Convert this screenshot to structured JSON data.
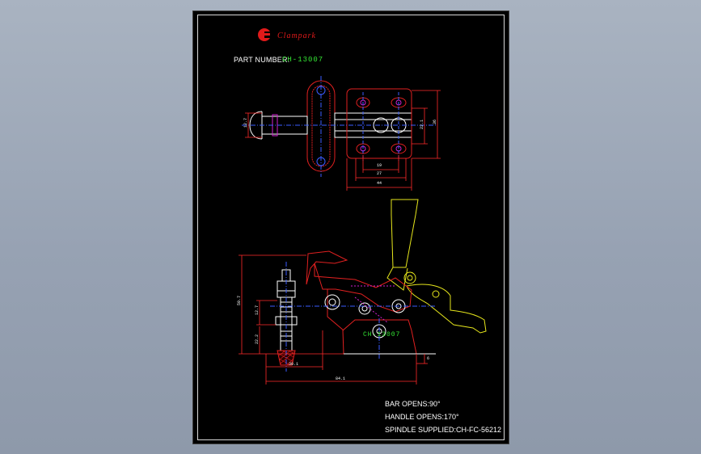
{
  "title_block": {
    "brand": "Clampark",
    "part_label": "PART NUMBER:",
    "part_number": "CH-13007"
  },
  "top_view": {
    "dimensions": {
      "height_left": "12.7",
      "height_right_1": "22.1",
      "height_right_2": "36",
      "width_inner": "19",
      "width_mid": "27",
      "width_outer": "44"
    }
  },
  "side_view": {
    "body_label": "CH-13007",
    "dimensions": {
      "height_total": "50.7",
      "height_mid": "12.7",
      "height_low": "22.2",
      "base_offset": "6",
      "width_spindle": "30.1",
      "width_total": "84.1"
    }
  },
  "notes": {
    "bar_opens": "BAR OPENS:90°",
    "handle_opens": "HANDLE OPENS:170°",
    "spindle": "SPINDLE SUPPLIED:CH-FC-56212"
  },
  "colors": {
    "background": "#9aa5b5",
    "sheet": "#000000",
    "brand_red": "#e01a1a",
    "outline_red": "#e02020",
    "dim_red": "#ff2a2a",
    "detail_white": "#ffffff",
    "centerline_blue": "#3a5cff",
    "handle_yellow": "#e6e61c",
    "hidden_magenta": "#d020d0",
    "label_green": "#34e634"
  }
}
